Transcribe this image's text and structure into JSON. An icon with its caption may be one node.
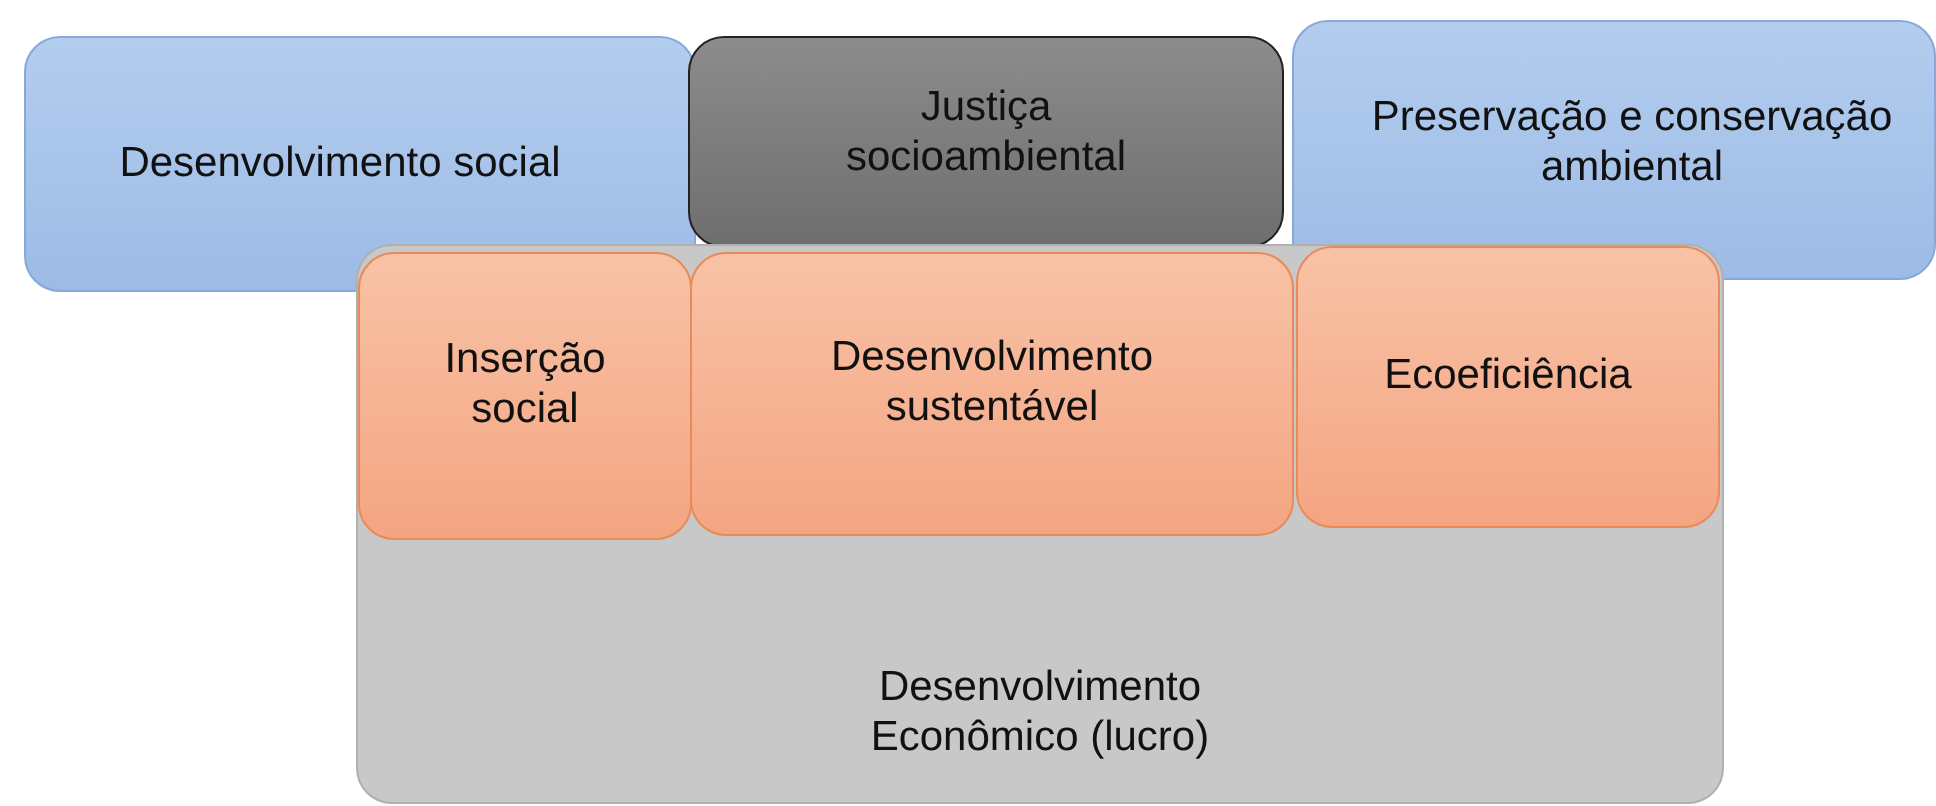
{
  "diagram": {
    "nodes": [
      {
        "text": [
          "Desenvolvimento social"
        ]
      },
      {
        "text": [
          "Justiça socioambiental"
        ]
      },
      {
        "text": [
          "Preservação e conservação ambiental"
        ]
      },
      {
        "text": [
          "Desenvolvimento Econômico (lucro)"
        ]
      },
      {
        "text": [
          "Inserção social"
        ],
        "in": 3
      },
      {
        "text": [
          "Desenvolvimento sustentável"
        ],
        "in": 3
      },
      {
        "text": [
          "Ecoeficiência"
        ],
        "in": 3
      }
    ]
  }
}
